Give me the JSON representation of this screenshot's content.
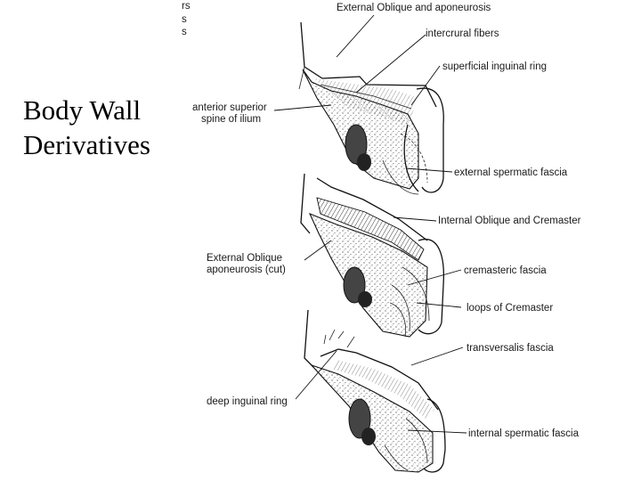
{
  "slide": {
    "title_line1": "Body Wall",
    "title_line2": "Derivatives"
  },
  "figure": {
    "top_left_fragments": [
      "rs",
      "s",
      "s"
    ],
    "labels": {
      "external_oblique": "External Oblique and aponeurosis",
      "intercrural": "intercrural fibers",
      "superficial_ring": "superficial inguinal ring",
      "asis_line1": "anterior superior",
      "asis_line2": "spine of ilium",
      "ext_spermatic": "external spermatic fascia",
      "int_oblique": "Internal Oblique and Cremaster",
      "ext_oblique_cut_line1": "External Oblique",
      "ext_oblique_cut_line2": "aponeurosis (cut)",
      "cremasteric": "cremasteric fascia",
      "loops": "loops of Cremaster",
      "transversalis": "transversalis fascia",
      "deep_ring": "deep inguinal ring",
      "int_spermatic": "internal spermatic fascia"
    }
  }
}
